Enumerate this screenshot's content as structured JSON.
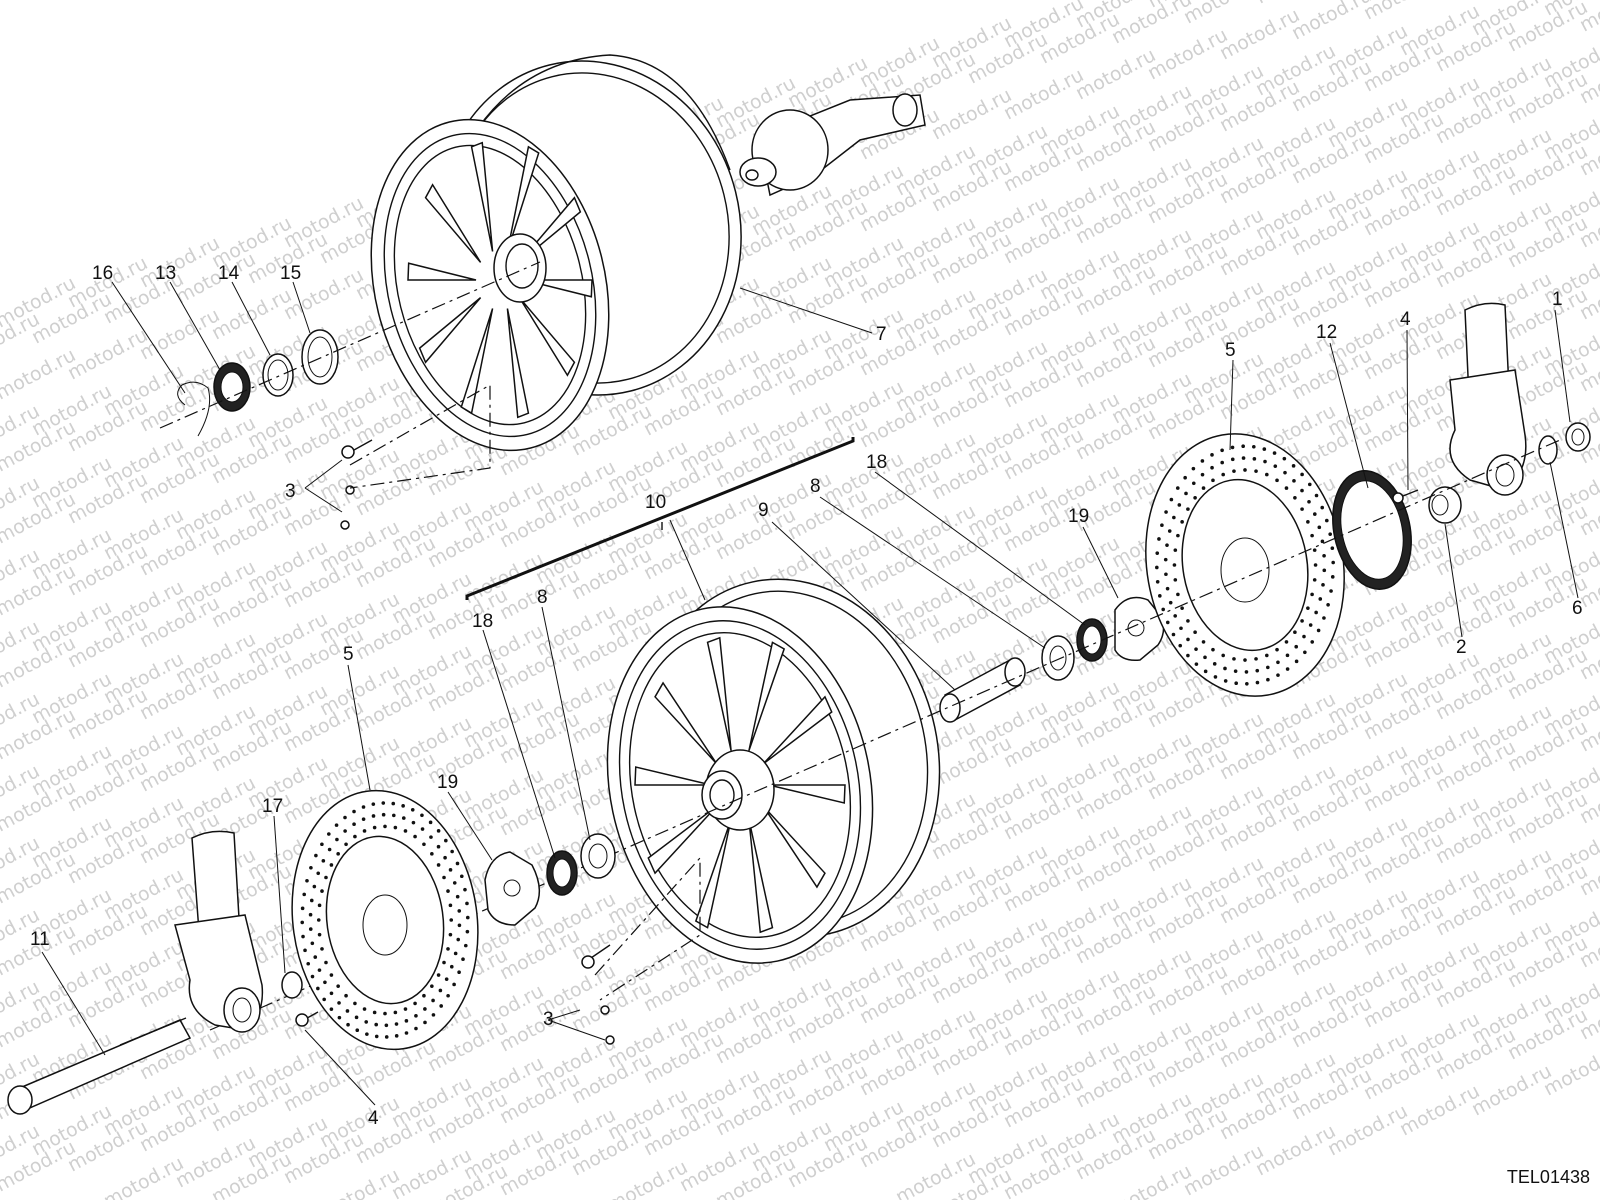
{
  "watermark_text": "motod.ru",
  "drawing_code": "TEL01438",
  "callouts": [
    {
      "id": "16",
      "label": "16"
    },
    {
      "id": "13",
      "label": "13"
    },
    {
      "id": "14",
      "label": "14"
    },
    {
      "id": "15",
      "label": "15"
    },
    {
      "id": "7",
      "label": "7"
    },
    {
      "id": "3a",
      "label": "3"
    },
    {
      "id": "10",
      "label": "10"
    },
    {
      "id": "9",
      "label": "9"
    },
    {
      "id": "8a",
      "label": "8"
    },
    {
      "id": "18a",
      "label": "18"
    },
    {
      "id": "19a",
      "label": "19"
    },
    {
      "id": "5a",
      "label": "5"
    },
    {
      "id": "12",
      "label": "12"
    },
    {
      "id": "4a",
      "label": "4"
    },
    {
      "id": "1",
      "label": "1"
    },
    {
      "id": "6",
      "label": "6"
    },
    {
      "id": "2",
      "label": "2"
    },
    {
      "id": "18b",
      "label": "18"
    },
    {
      "id": "8b",
      "label": "8"
    },
    {
      "id": "5b",
      "label": "5"
    },
    {
      "id": "19b",
      "label": "19"
    },
    {
      "id": "17",
      "label": "17"
    },
    {
      "id": "11",
      "label": "11"
    },
    {
      "id": "3b",
      "label": "3"
    },
    {
      "id": "4b",
      "label": "4"
    }
  ],
  "colors": {
    "line": "#111111",
    "watermark": "#cfcfcf",
    "background": "#ffffff"
  }
}
